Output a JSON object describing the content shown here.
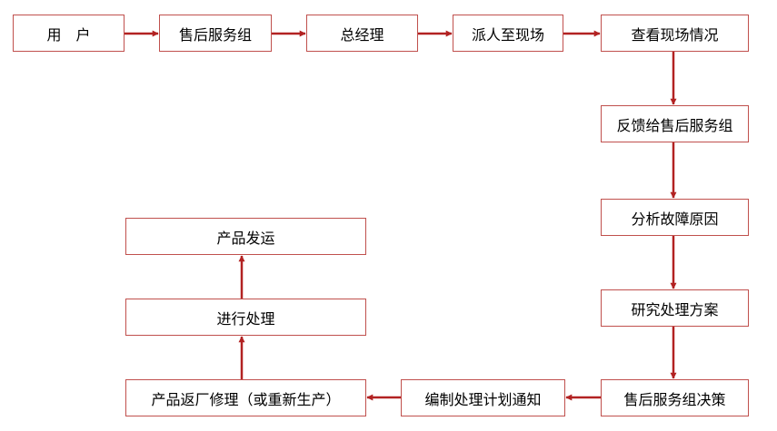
{
  "flowchart": {
    "nodes": {
      "user": "用　户",
      "after_sales_team": "售后服务组",
      "general_manager": "总经理",
      "dispatch_to_site": "派人至现场",
      "inspect_site": "查看现场情况",
      "feedback_to_team": "反馈给售后服务组",
      "analyze_fault": "分析故障原因",
      "study_plan": "研究处理方案",
      "team_decision": "售后服务组决策",
      "compile_plan_notice": "编制处理计划通知",
      "return_to_factory": "产品返厂修理（或重新生产）",
      "process": "进行处理",
      "ship_product": "产品发运"
    },
    "edges": [
      [
        "user",
        "after_sales_team"
      ],
      [
        "after_sales_team",
        "general_manager"
      ],
      [
        "general_manager",
        "dispatch_to_site"
      ],
      [
        "dispatch_to_site",
        "inspect_site"
      ],
      [
        "inspect_site",
        "feedback_to_team"
      ],
      [
        "feedback_to_team",
        "analyze_fault"
      ],
      [
        "analyze_fault",
        "study_plan"
      ],
      [
        "study_plan",
        "team_decision"
      ],
      [
        "team_decision",
        "compile_plan_notice"
      ],
      [
        "compile_plan_notice",
        "return_to_factory"
      ],
      [
        "return_to_factory",
        "process"
      ],
      [
        "process",
        "ship_product"
      ]
    ],
    "colors": {
      "border": "#c0504d",
      "arrow": "#b22222",
      "text": "#000000"
    }
  }
}
